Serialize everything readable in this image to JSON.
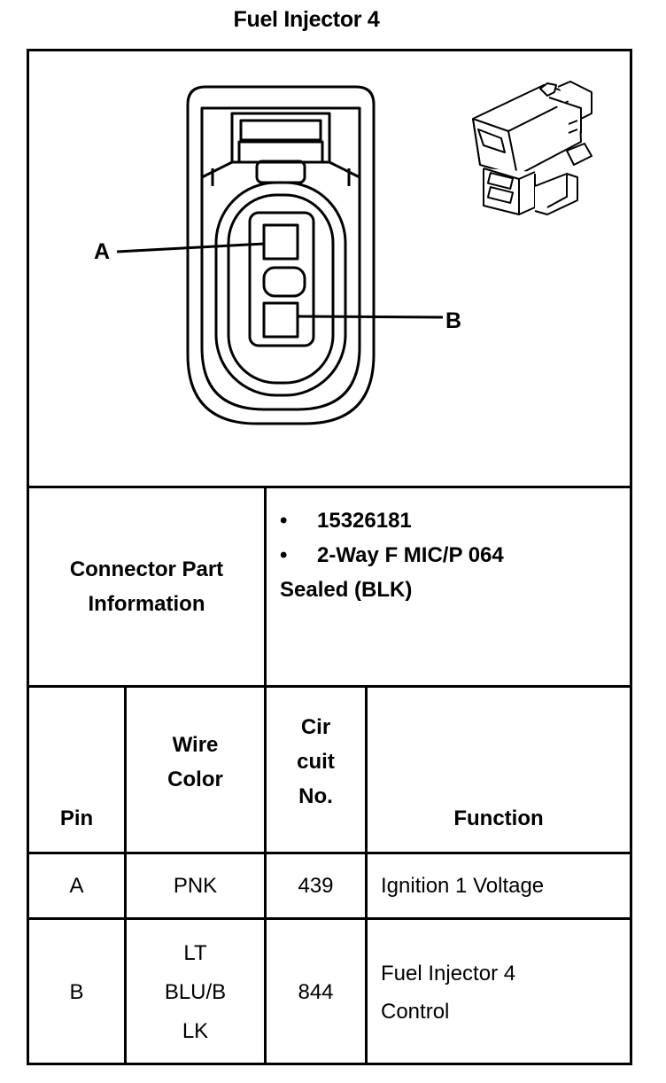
{
  "title": "Fuel Injector 4",
  "diagram": {
    "terminal_a": "A",
    "terminal_b": "B"
  },
  "connector": {
    "label_line1": "Connector Part",
    "label_line2": "Information",
    "part_number": "15326181",
    "description_line1": "2-Way F MIC/P 064",
    "description_line2": "Sealed (BLK)"
  },
  "table": {
    "headers": {
      "pin": "Pin",
      "wire_line1": "Wire",
      "wire_line2": "Color",
      "cir_line1": "Cir",
      "cir_line2": "cuit",
      "cir_line3": "No.",
      "function": "Function"
    },
    "rows": [
      {
        "pin": "A",
        "wire": [
          "PNK"
        ],
        "circuit": "439",
        "function": [
          "Ignition 1 Voltage"
        ]
      },
      {
        "pin": "B",
        "wire": [
          "LT",
          "BLU/B",
          "LK"
        ],
        "circuit": "844",
        "function": [
          "Fuel Injector 4",
          "Control"
        ]
      }
    ]
  }
}
